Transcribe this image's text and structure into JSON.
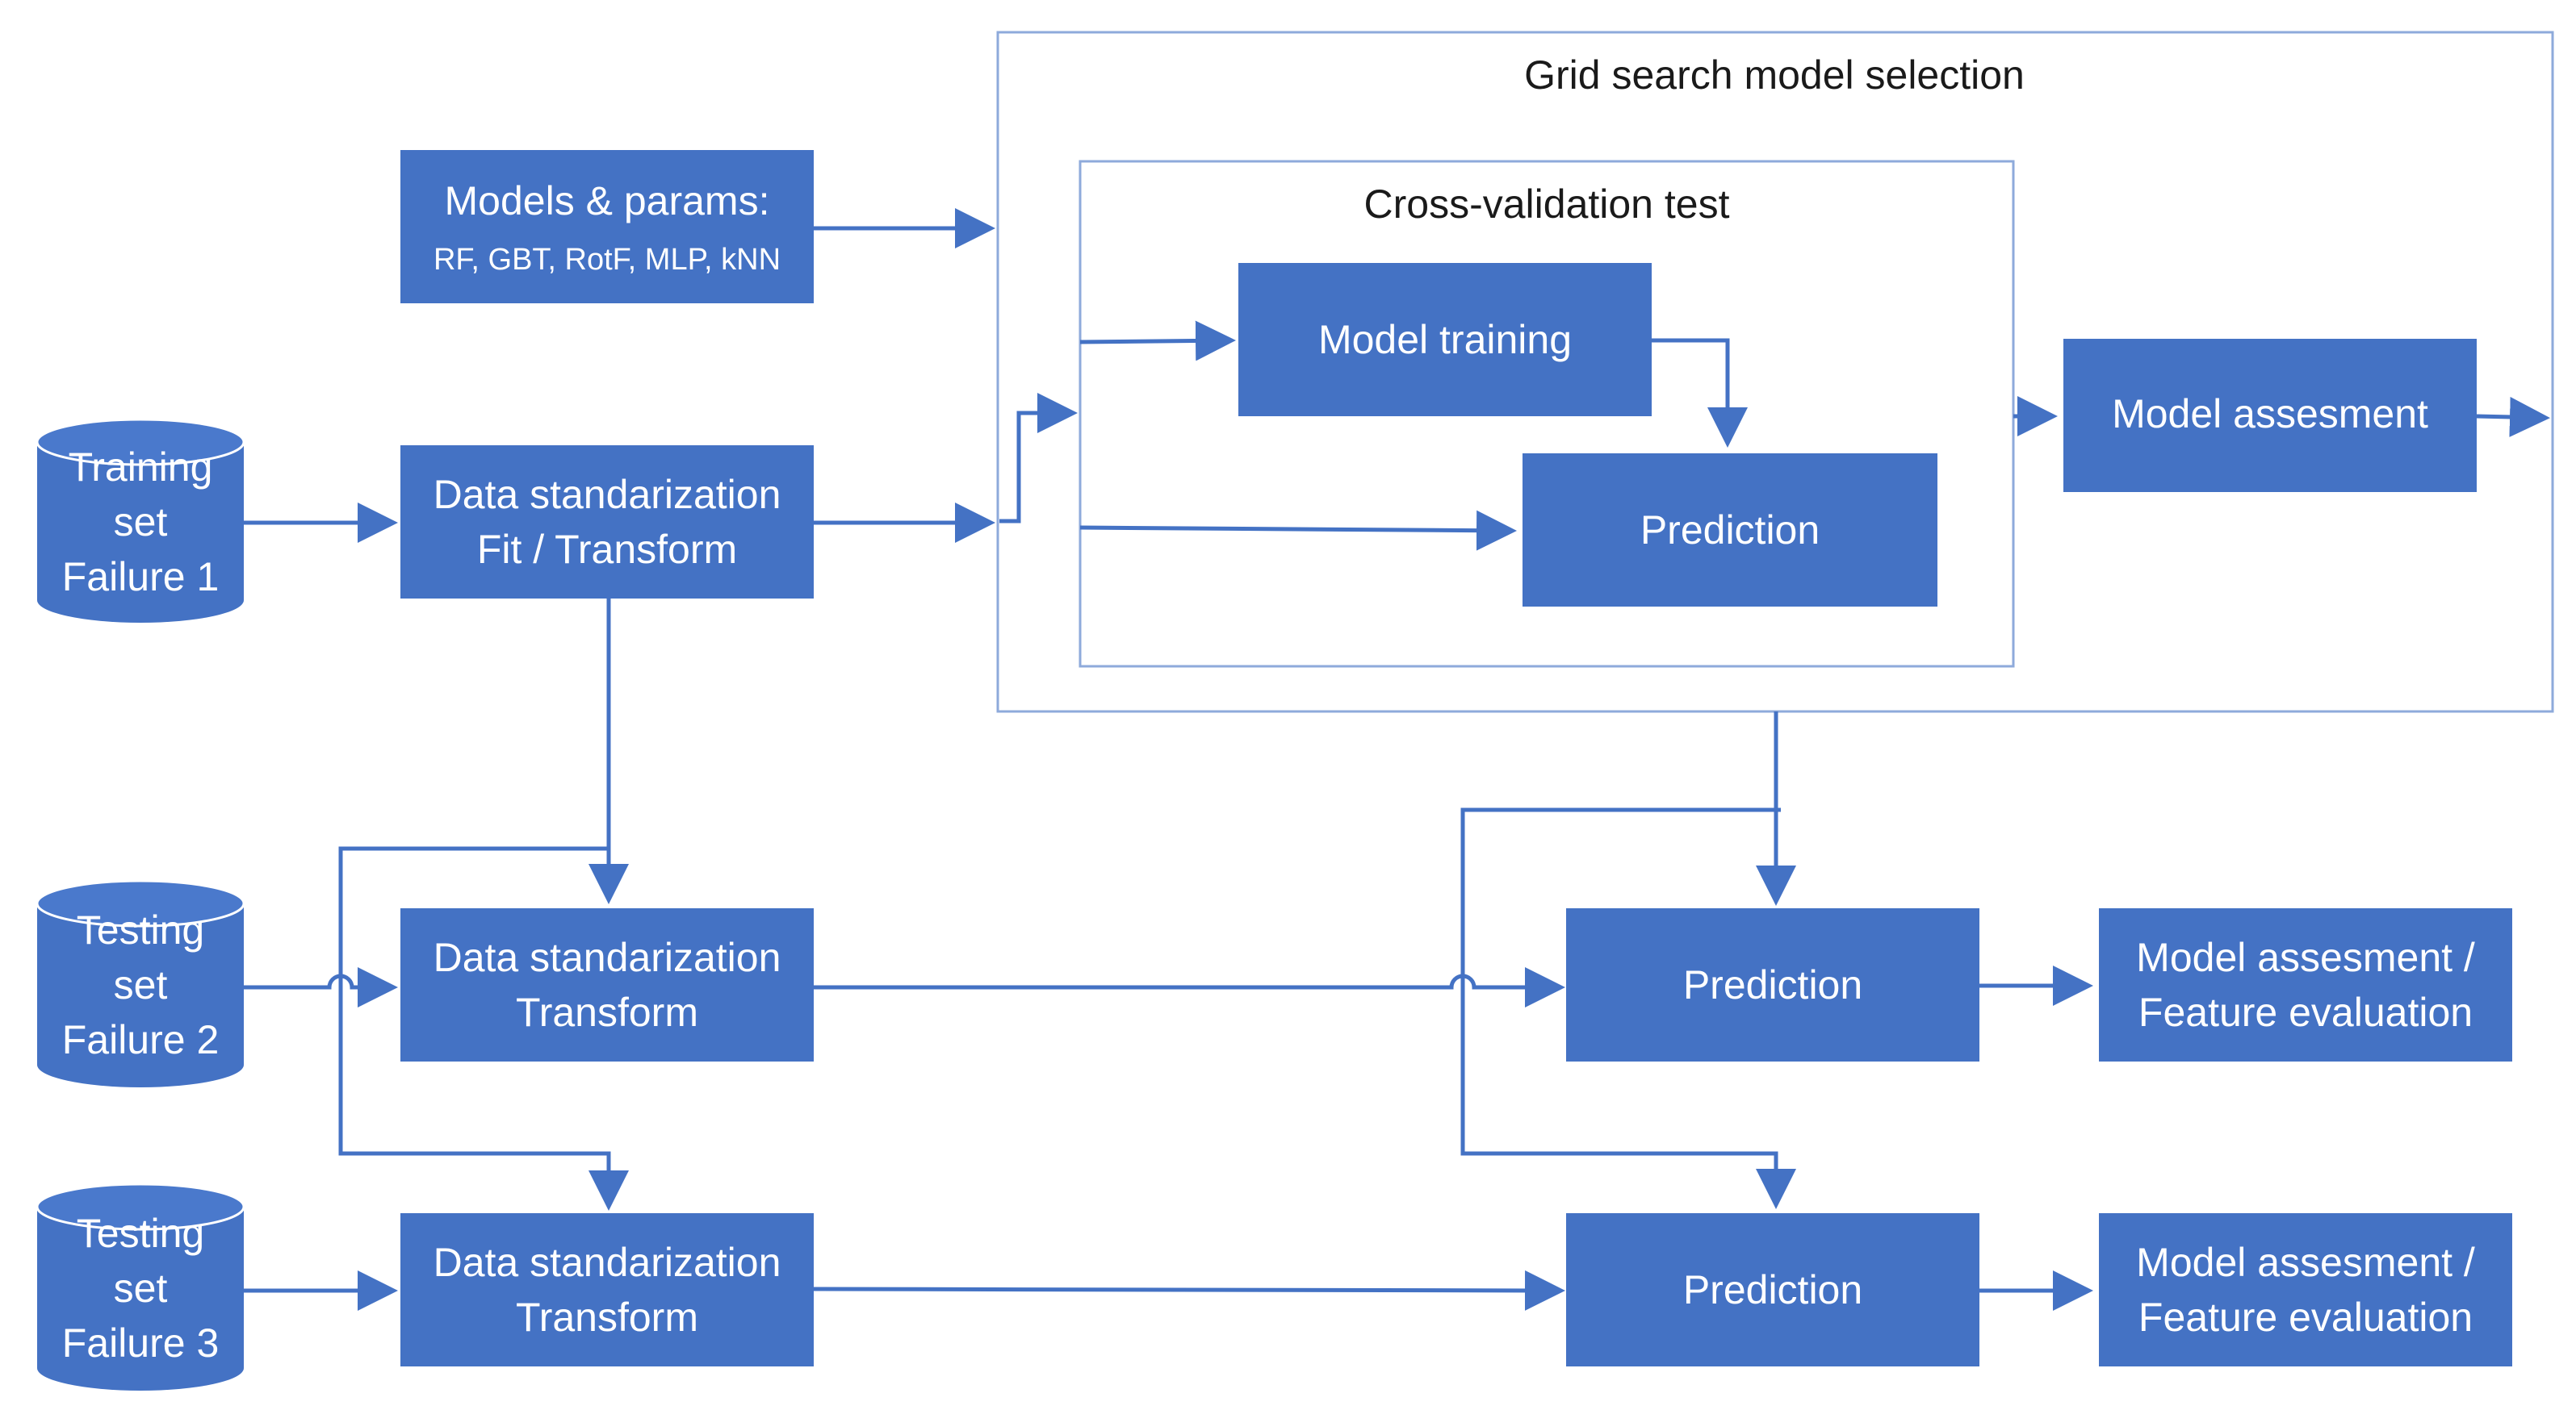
{
  "groups": {
    "grid_search": "Grid search model selection",
    "cross_validation": "Cross-validation test"
  },
  "nodes": {
    "models_params": [
      "Models & params:",
      "RF, GBT, RotF, MLP, kNN"
    ],
    "training_set": [
      "Training",
      "set",
      "Failure 1"
    ],
    "testing_set_2": [
      "Testing",
      "set",
      "Failure 2"
    ],
    "testing_set_3": [
      "Testing",
      "set",
      "Failure 3"
    ],
    "std_fit": [
      "Data standarization",
      "Fit / Transform"
    ],
    "std_transform_2": [
      "Data standarization",
      "Transform"
    ],
    "std_transform_3": [
      "Data standarization",
      "Transform"
    ],
    "model_training": [
      "Model training"
    ],
    "cv_prediction": [
      "Prediction"
    ],
    "model_assesment": [
      "Model assesment"
    ],
    "prediction_2": [
      "Prediction"
    ],
    "prediction_3": [
      "Prediction"
    ],
    "eval_2": [
      "Model assesment /",
      "Feature evaluation"
    ],
    "eval_3": [
      "Model assesment /",
      "Feature evaluation"
    ]
  },
  "colors": {
    "box_fill": "#4472c4",
    "connector": "#4472c4",
    "frame_border": "#8eaadb",
    "box_text": "#ffffff",
    "group_label": "#1a1a1a"
  }
}
